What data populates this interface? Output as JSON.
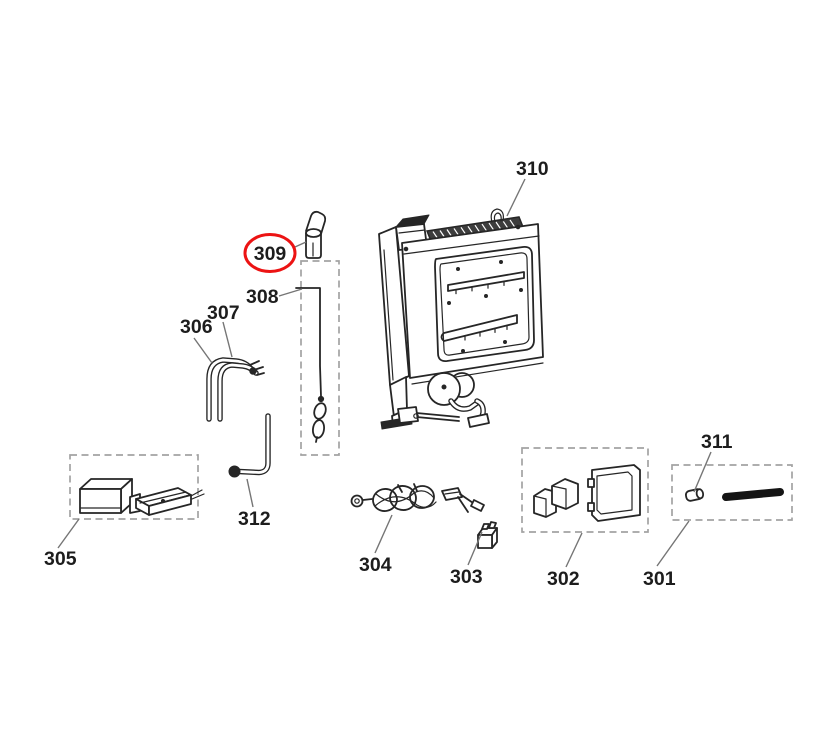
{
  "diagram": {
    "colors": {
      "background": "#ffffff",
      "ink": "#262626",
      "leader": "#757575",
      "dash": "#a3a3a3",
      "highlight": "#ec1313"
    },
    "callouts": {
      "301": "301",
      "302": "302",
      "303": "303",
      "304": "304",
      "305": "305",
      "306": "306",
      "307": "307",
      "308": "308",
      "309": "309",
      "310": "310",
      "311": "311",
      "312": "312"
    },
    "highlighted_callout": "309"
  }
}
